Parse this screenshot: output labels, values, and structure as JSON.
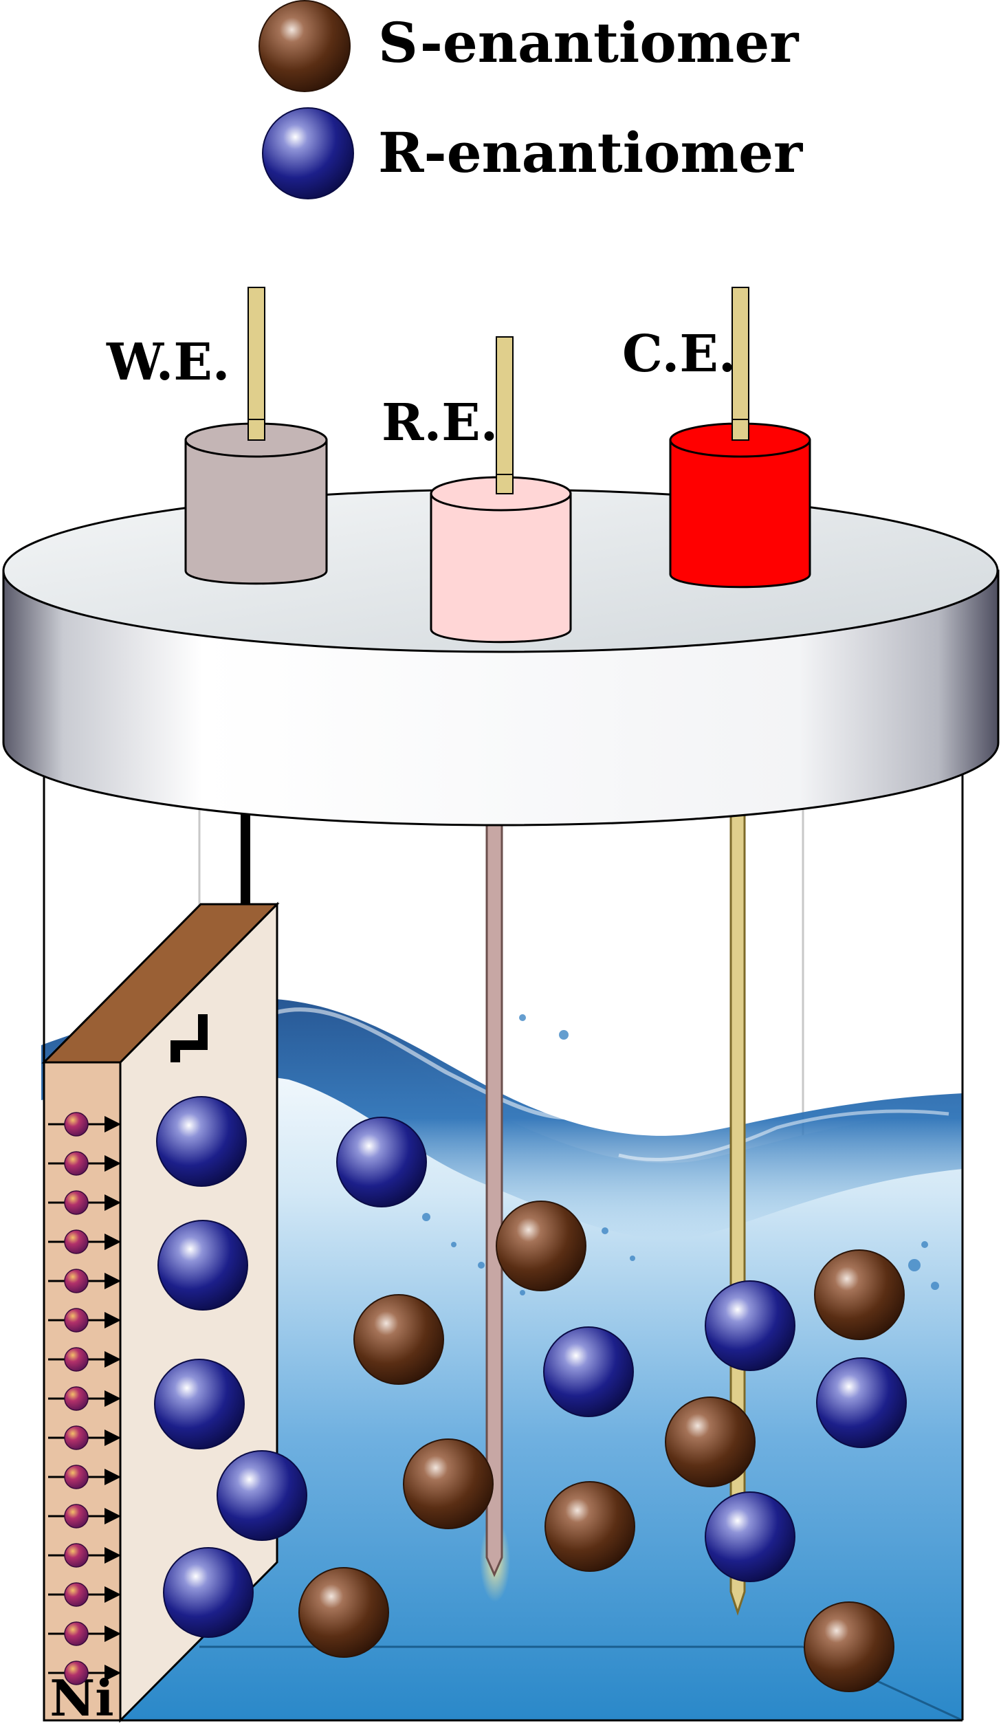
{
  "legend": {
    "items": [
      {
        "label": "S-enantiomer",
        "marker": "brown-sphere"
      },
      {
        "label": "R-enantiomer",
        "marker": "blue-sphere"
      }
    ]
  },
  "electrodes": {
    "working": {
      "label": "W.E.",
      "cap_color": "#c4b5b5"
    },
    "reference": {
      "label": "R.E.",
      "cap_color": "#ffd6d6"
    },
    "counter": {
      "label": "C.E.",
      "cap_color": "#ff0000"
    }
  },
  "plate": {
    "label": "Ni"
  },
  "colors": {
    "s_enantiomer": "#5a2e14",
    "r_enantiomer": "#1c1f8a",
    "solution": "#3a8fd0",
    "lid": "#e6e9ec",
    "plate_top": "#9a6035",
    "plate_face": "#f1e6da",
    "ni_strip": "#e8c3a4",
    "rod": "#e0cf8c"
  }
}
